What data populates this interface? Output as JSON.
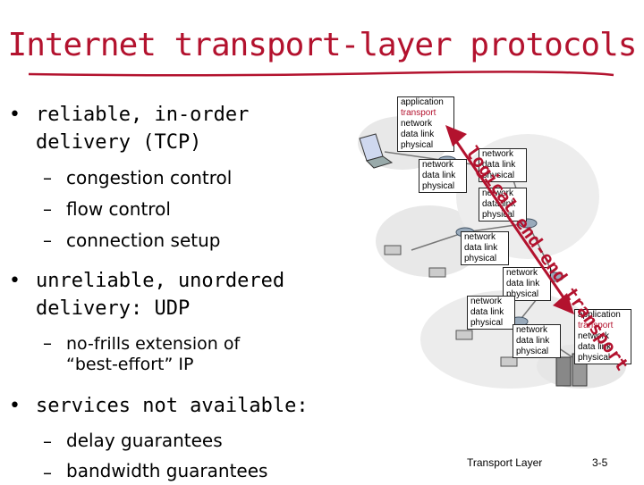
{
  "title": "Internet transport-layer protocols",
  "bullets": [
    {
      "text": "reliable, in-order",
      "text2": "delivery (TCP)",
      "sub": [
        "congestion control",
        "flow control",
        "connection setup"
      ]
    },
    {
      "text": "unreliable, unordered",
      "text2": "delivery: UDP",
      "sub": [
        "no-frills extension of",
        "“best-effort” IP"
      ]
    },
    {
      "text": "services not available:",
      "sub": [
        "delay guarantees",
        "bandwidth guarantees"
      ]
    }
  ],
  "host_stack": {
    "application": "application",
    "transport": "transport",
    "network": "network",
    "datalink": "data link",
    "physical": "physical"
  },
  "router_stack": {
    "network": "network",
    "datalink": "data link",
    "physical": "physical"
  },
  "arrow_label": "logical end-end transport",
  "footer": {
    "left": "Transport Layer",
    "right": "3-5"
  },
  "colors": {
    "title": "#b3122e",
    "arrow": "#b3122e",
    "text": "#111111"
  }
}
